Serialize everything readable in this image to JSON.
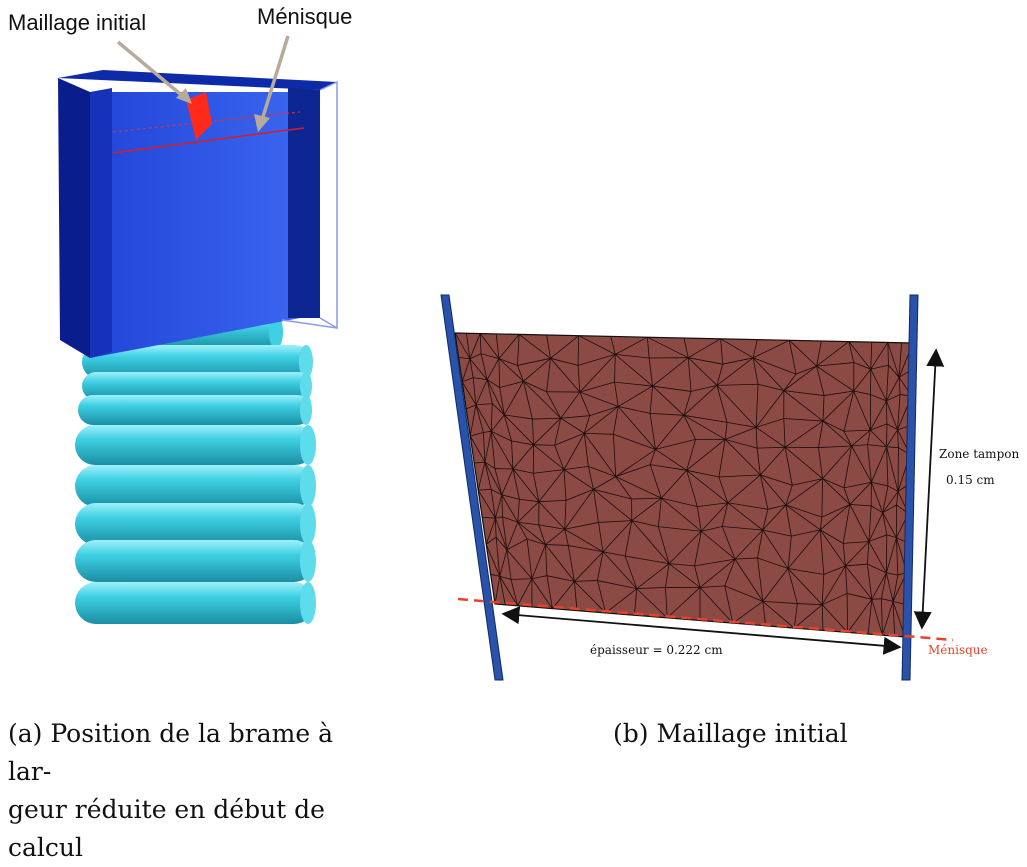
{
  "figure_a": {
    "labels": {
      "initial_mesh": "Maillage initial",
      "meniscus": "Ménisque"
    },
    "caption": {
      "tag": "(a)",
      "line1": "Position de la brame à lar-",
      "line2": "geur réduite en début de calcul"
    }
  },
  "figure_b": {
    "annotations": {
      "buffer_zone": "Zone tampon",
      "buffer_value": "0.15 cm",
      "thickness": "épaisseur = 0.222 cm",
      "meniscus": "Ménisque"
    },
    "caption": {
      "tag": "(b)",
      "text": "Maillage initial"
    }
  },
  "colors": {
    "mold_blue": "#1f3fcf",
    "mold_dark": "#0a1d8c",
    "roll_cyan": "#39c6db",
    "mesh_fill": "#8c4a44",
    "meniscus_red": "#e8432a",
    "wall_blue": "#2a52a8"
  }
}
